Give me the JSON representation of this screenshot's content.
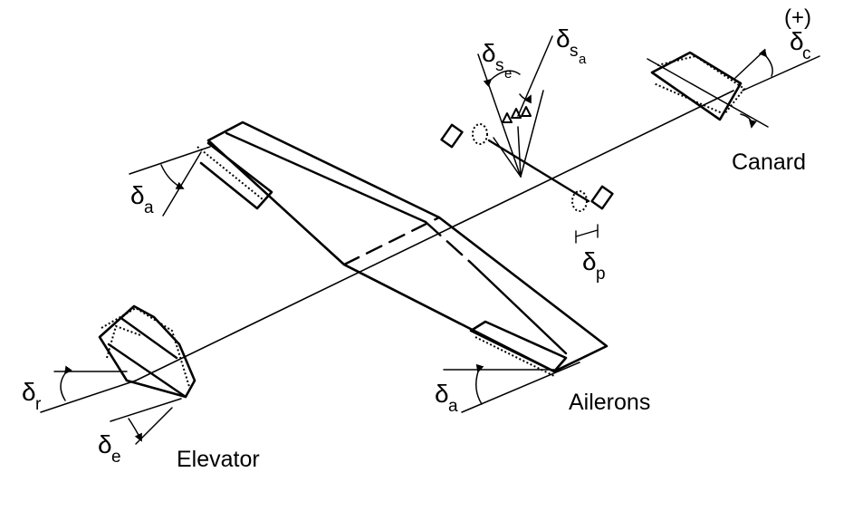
{
  "labels": {
    "canard": "Canard",
    "ailerons": "Ailerons",
    "elevator": "Elevator",
    "plus": "(+)",
    "delta": "δ",
    "sub_c": "c",
    "sub_a": "a",
    "sub_r": "r",
    "sub_e": "e",
    "sub_p": "p",
    "sub_s": "s"
  }
}
